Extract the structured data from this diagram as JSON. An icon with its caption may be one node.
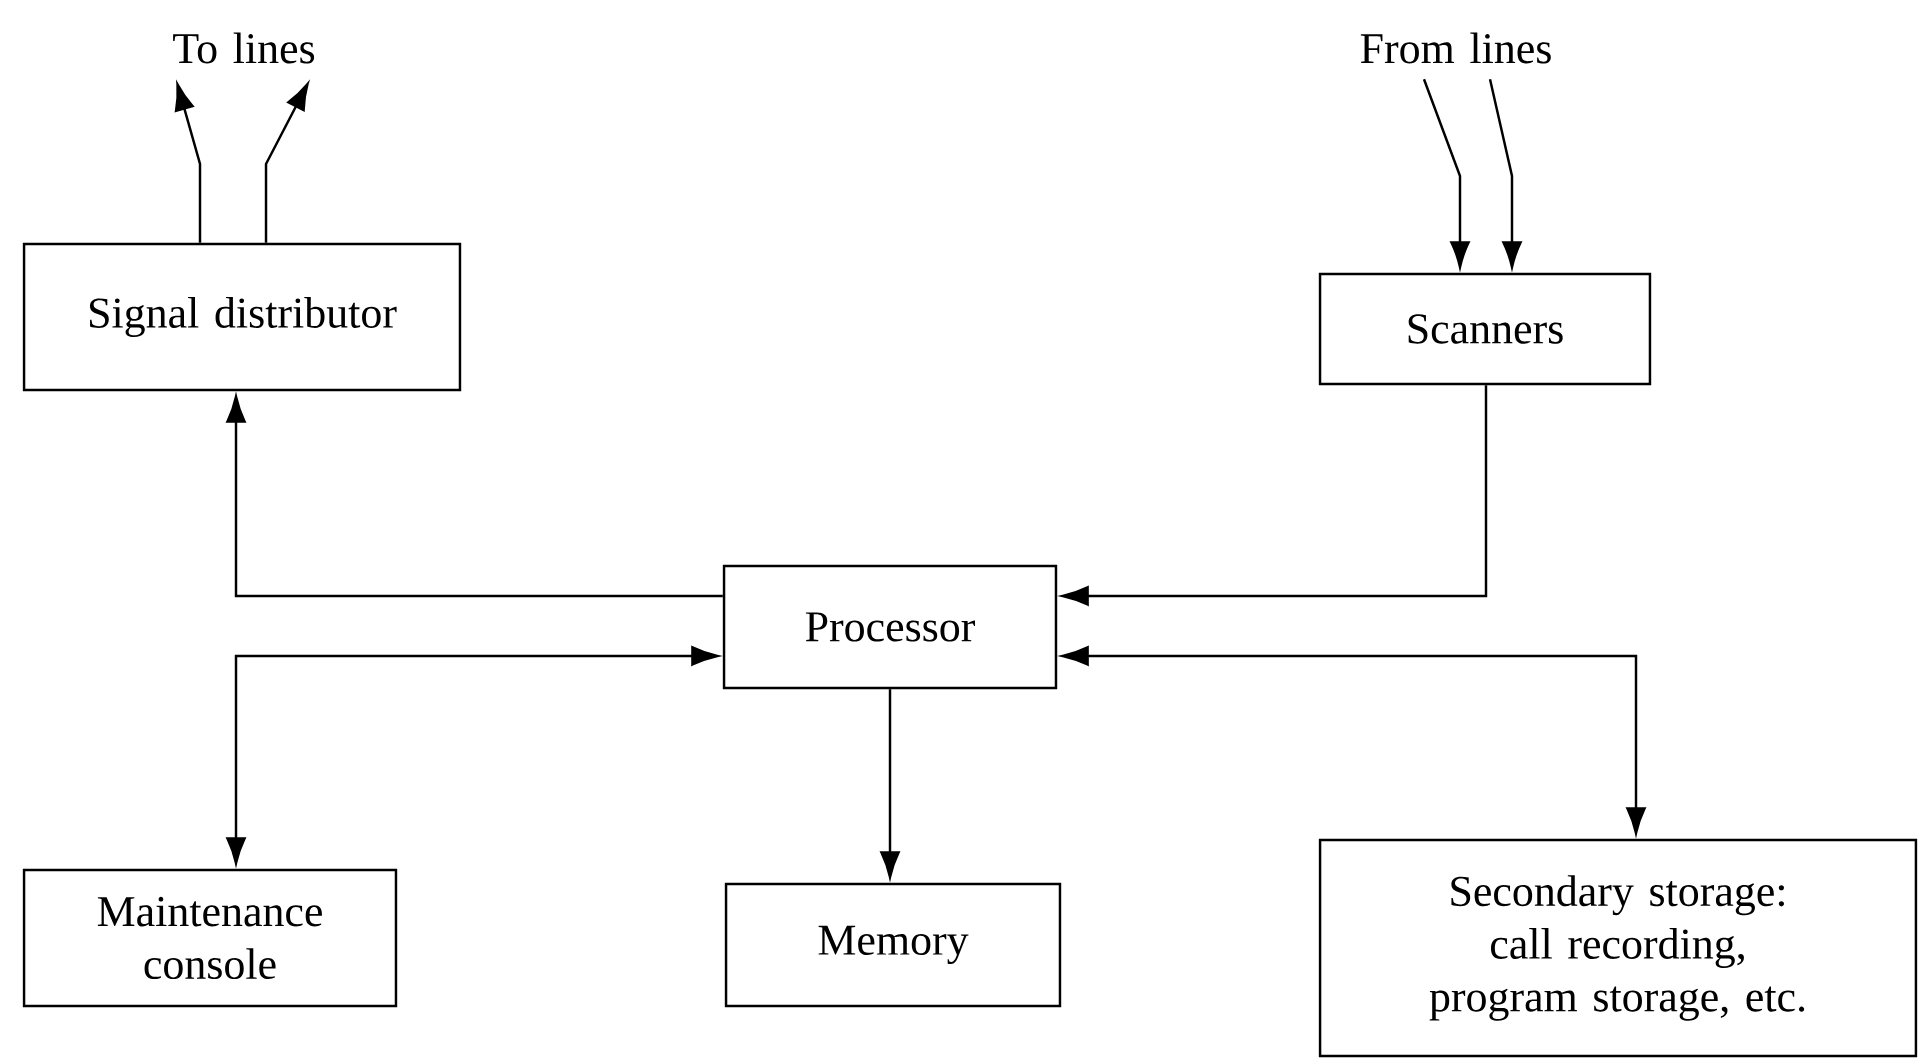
{
  "diagram": {
    "nodes": [
      {
        "text": [
          "Signal distributor"
        ]
      },
      {
        "text": [
          "Scanners"
        ]
      },
      {
        "text": [
          "Processor"
        ]
      },
      {
        "text": [
          "Maintenance console"
        ]
      },
      {
        "text": [
          "Memory"
        ]
      },
      {
        "text": [
          "Secondary storage: call recording, program storage, etc."
        ]
      },
      {
        "text": [
          "To lines"
        ]
      },
      {
        "text": [
          "From lines"
        ]
      }
    ],
    "edges": [
      {
        "from": 0,
        "to": 6,
        "arrow": "to"
      },
      {
        "from": 0,
        "to": 6,
        "arrow": "to"
      },
      {
        "from": 7,
        "to": 1,
        "arrow": "to"
      },
      {
        "from": 7,
        "to": 1,
        "arrow": "to"
      },
      {
        "from": 1,
        "to": 2,
        "arrow": "to"
      },
      {
        "from": 2,
        "to": 0,
        "arrow": "to"
      },
      {
        "from": 3,
        "to": 2,
        "arrow": "both"
      },
      {
        "from": 2,
        "to": 4,
        "arrow": "to"
      },
      {
        "from": 2,
        "to": 5,
        "arrow": "both"
      }
    ]
  }
}
